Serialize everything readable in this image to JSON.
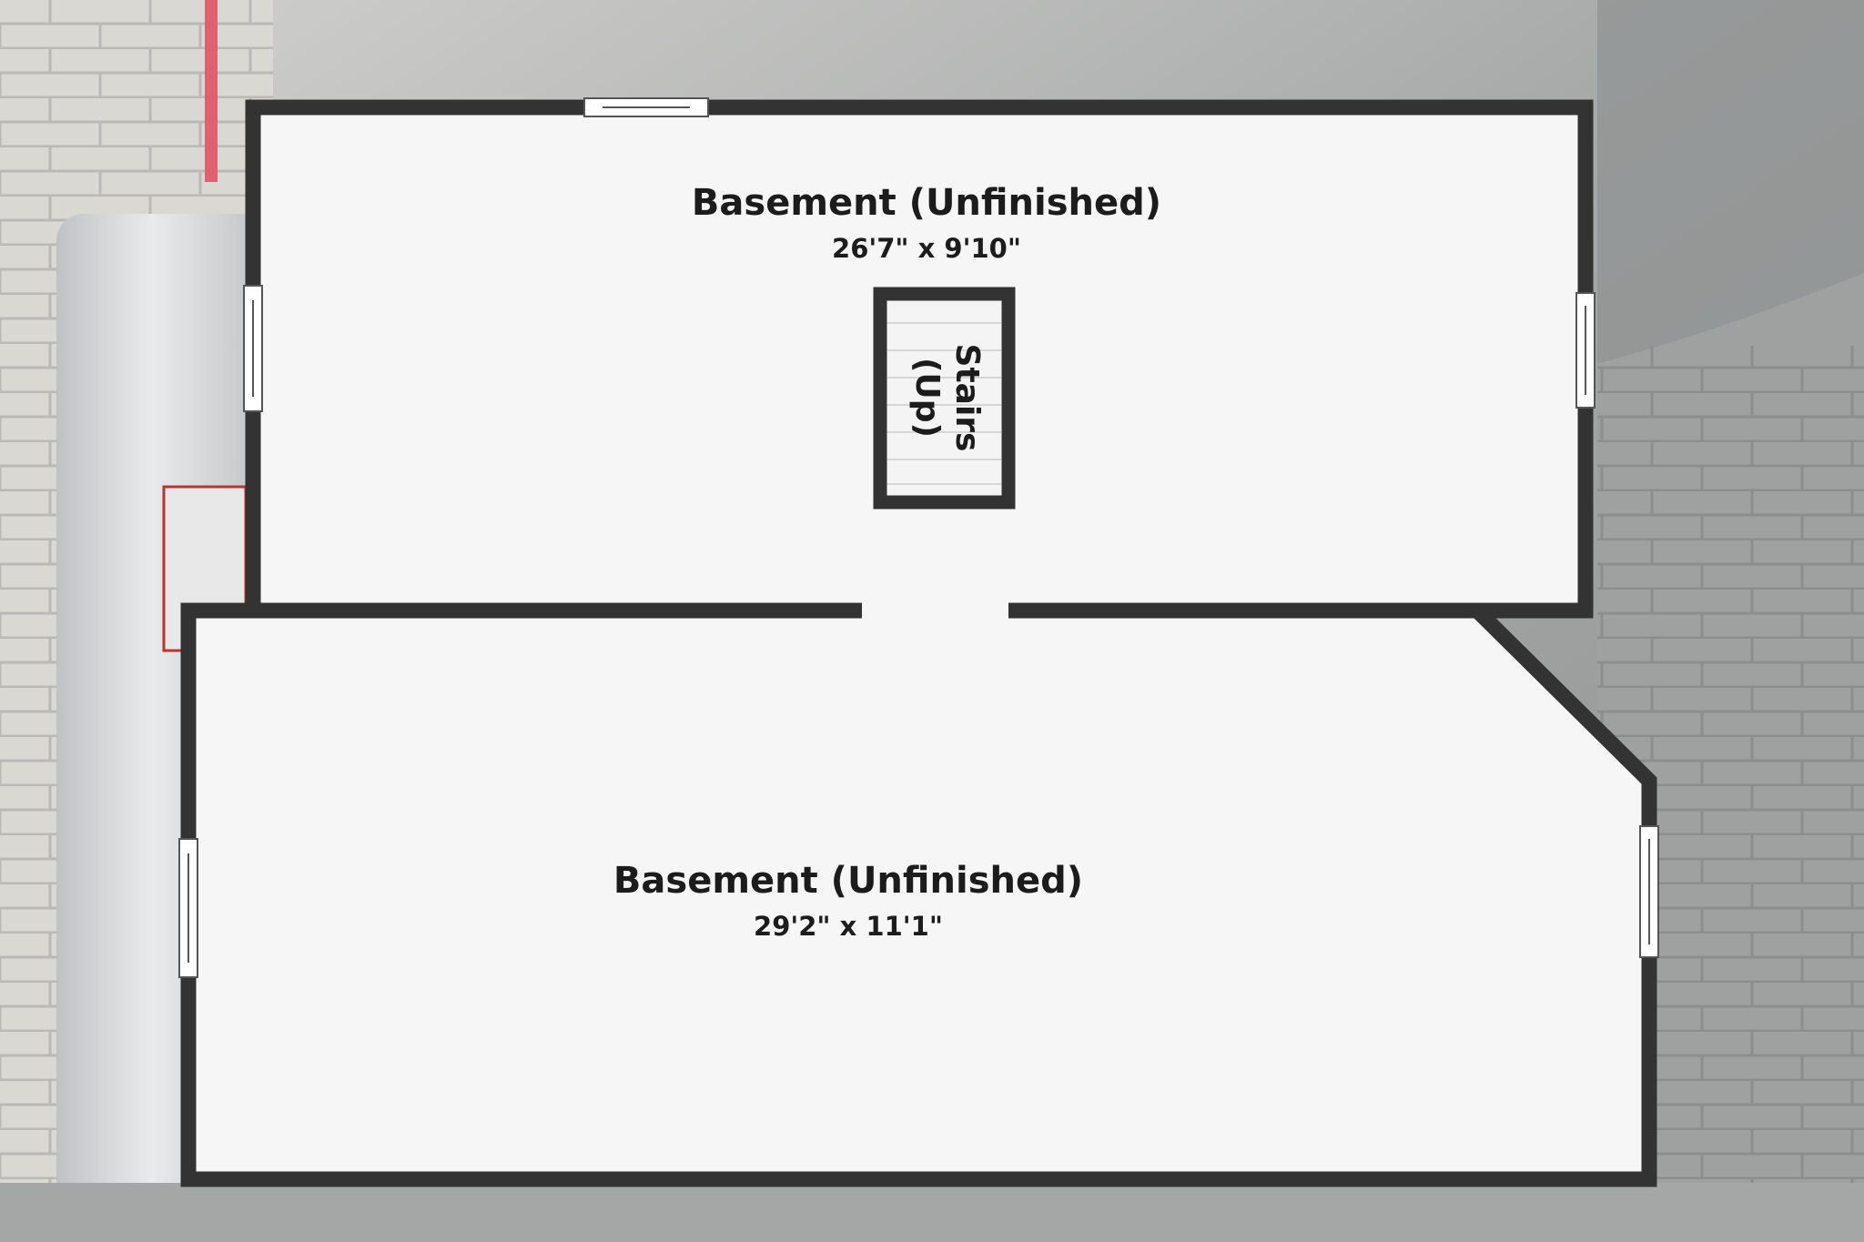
{
  "floor_plan": {
    "rooms": [
      {
        "name": "Basement (Unfinished)",
        "dimensions": "26'7\" x 9'10\""
      },
      {
        "name": "Basement (Unfinished)",
        "dimensions": "29'2\" x 11'1\""
      }
    ],
    "stairs": {
      "line1": "Stairs",
      "line2": "(Up)"
    }
  },
  "colors": {
    "wall": "#333333",
    "floor": "#f6f6f6",
    "window": "#ffffff"
  }
}
